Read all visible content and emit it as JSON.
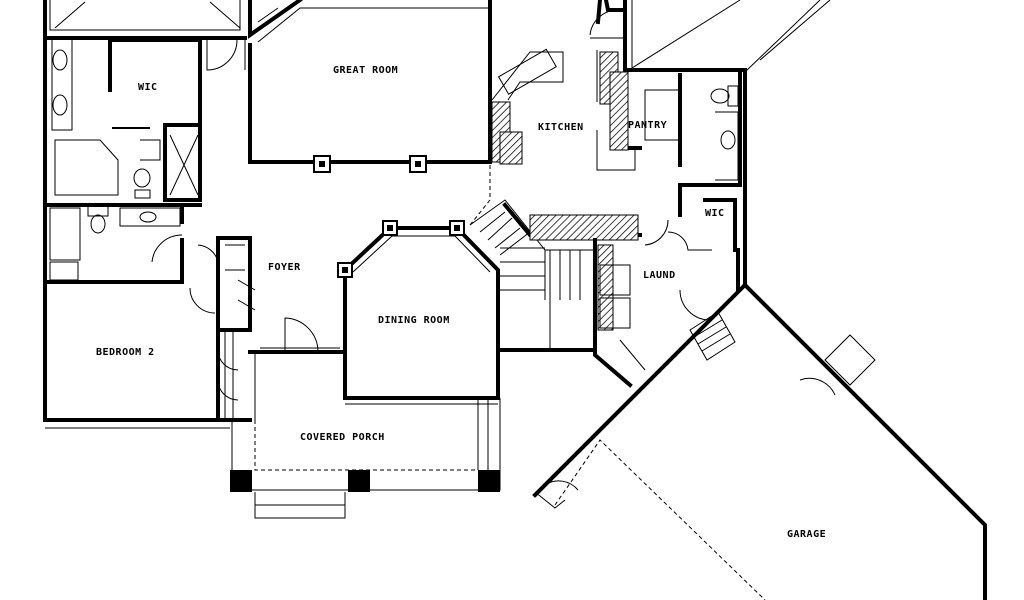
{
  "rooms": {
    "great_room": "GREAT ROOM",
    "wic_master": "WIC",
    "kitchen": "KITCHEN",
    "pantry": "PANTRY",
    "wic_laundry": "WIC",
    "foyer": "FOYER",
    "dining_room": "DINING ROOM",
    "laund": "LAUND",
    "bedroom_2": "BEDROOM 2",
    "covered_porch": "COVERED PORCH",
    "garage": "GARAGE"
  }
}
